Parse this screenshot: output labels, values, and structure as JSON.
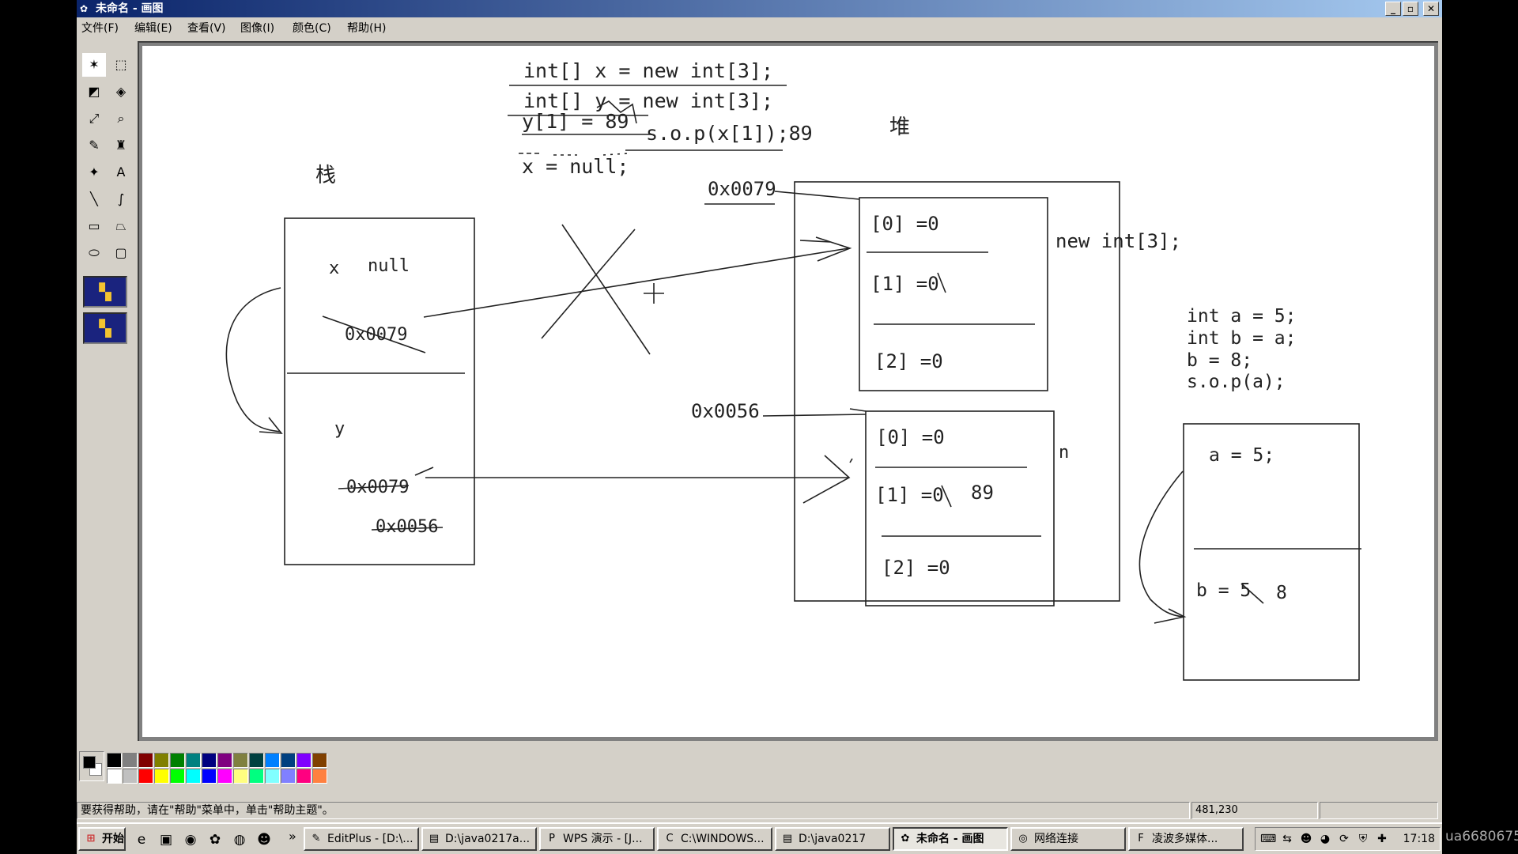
{
  "window": {
    "title": "未命名 - 画图",
    "app_icon": "paint-brush-icon",
    "buttons": {
      "minimize": "_",
      "restore": "▫",
      "close": "✕"
    }
  },
  "menu": [
    "文件(F)",
    "编辑(E)",
    "查看(V)",
    "图像(I)",
    "颜色(C)",
    "帮助(H)"
  ],
  "tools": [
    {
      "name": "free-select-icon",
      "glyph": "✶"
    },
    {
      "name": "rect-select-icon",
      "glyph": "⬚"
    },
    {
      "name": "eraser-icon",
      "glyph": "◩"
    },
    {
      "name": "fill-bucket-icon",
      "glyph": "◈"
    },
    {
      "name": "color-picker-icon",
      "glyph": "⤢"
    },
    {
      "name": "magnifier-icon",
      "glyph": "⌕"
    },
    {
      "name": "pencil-icon",
      "glyph": "✎"
    },
    {
      "name": "brush-icon",
      "glyph": "♜"
    },
    {
      "name": "airbrush-icon",
      "glyph": "✦"
    },
    {
      "name": "text-tool-icon",
      "glyph": "A"
    },
    {
      "name": "line-tool-icon",
      "glyph": "╲"
    },
    {
      "name": "curve-tool-icon",
      "glyph": "∫"
    },
    {
      "name": "rectangle-tool-icon",
      "glyph": "▭"
    },
    {
      "name": "polygon-tool-icon",
      "glyph": "⏢"
    },
    {
      "name": "ellipse-tool-icon",
      "glyph": "⬭"
    },
    {
      "name": "rounded-rect-tool-icon",
      "glyph": "▢"
    }
  ],
  "canvas_text": {
    "code1": "int[] x = new int[3];",
    "code2": "int[] y = new int[3];",
    "code3": "y[1] = 89",
    "code3b": "s.o.p(x[1]);89",
    "code4": "x = null;",
    "stack_label": "栈",
    "heap_label": "堆",
    "x_var": "x",
    "x_null": "null",
    "x_addr_old": "0x0079",
    "y_var": "y",
    "y_addr_old": "0x0079",
    "y_addr_new": "0x0056",
    "heap_addr1": "0x0079",
    "heap_addr2": "0x0056",
    "a0": "[0]  =0",
    "a1": "[1]  =0",
    "a2": "[2]  =0",
    "new_int": "new int[3];",
    "b0": "[0]  =0",
    "b1": "[1]  =0",
    "b1_val": "89",
    "b2": "[2]  =0",
    "n_label": "n",
    "code_r1": "int a = 5;",
    "code_r2": "int b = a;",
    "code_r3": "b = 8;",
    "code_r4": "s.o.p(a);",
    "box_a": "a = 5;",
    "box_b": "b = 5",
    "box_b_new": "8"
  },
  "palette": {
    "foreground": "#000000",
    "background": "#ffffff",
    "colors": [
      "#000000",
      "#808080",
      "#800000",
      "#808000",
      "#008000",
      "#008080",
      "#000080",
      "#800080",
      "#808040",
      "#004040",
      "#0080ff",
      "#004080",
      "#8000ff",
      "#804000",
      "#ffffff",
      "#c0c0c0",
      "#ff0000",
      "#ffff00",
      "#00ff00",
      "#00ffff",
      "#0000ff",
      "#ff00ff",
      "#ffff80",
      "#00ff80",
      "#80ffff",
      "#8080ff",
      "#ff0080",
      "#ff8040"
    ]
  },
  "status": {
    "help_text": "要获得帮助，请在\"帮助\"菜单中，单击\"帮助主题\"。",
    "coords": "481,230"
  },
  "taskbar": {
    "start": "开始",
    "quicklaunch": [
      {
        "name": "ie-icon",
        "glyph": "e"
      },
      {
        "name": "desktop-icon",
        "glyph": "▣"
      },
      {
        "name": "media-icon",
        "glyph": "◉"
      },
      {
        "name": "paint-icon",
        "glyph": "✿"
      },
      {
        "name": "firefox-icon",
        "glyph": "◍"
      },
      {
        "name": "messenger-icon",
        "glyph": "☻"
      }
    ],
    "chevron": "»",
    "items": [
      {
        "label": "EditPlus - [D:\\...",
        "icon": "editplus-icon",
        "glyph": "✎"
      },
      {
        "label": "D:\\java0217a...",
        "icon": "folder-icon",
        "glyph": "▤"
      },
      {
        "label": "WPS 演示 - [J...",
        "icon": "wps-icon",
        "glyph": "P"
      },
      {
        "label": "C:\\WINDOWS...",
        "icon": "cmd-icon",
        "glyph": "C"
      },
      {
        "label": "D:\\java0217",
        "icon": "folder-icon",
        "glyph": "▤"
      },
      {
        "label": "未命名 - 画图",
        "icon": "paint-icon",
        "glyph": "✿",
        "active": true
      },
      {
        "label": "网络连接",
        "icon": "network-icon",
        "glyph": "◎"
      },
      {
        "label": "凌波多媒体...",
        "icon": "multimedia-icon",
        "glyph": "F"
      }
    ],
    "tray": [
      {
        "name": "keyboard-icon",
        "glyph": "⌨"
      },
      {
        "name": "network-tray-icon",
        "glyph": "⇆"
      },
      {
        "name": "messenger-tray-icon",
        "glyph": "☻"
      },
      {
        "name": "antivirus-icon",
        "glyph": "◕"
      },
      {
        "name": "update-icon",
        "glyph": "⟳"
      },
      {
        "name": "shield-icon",
        "glyph": "⛨"
      },
      {
        "name": "tray-misc-icon",
        "glyph": "✚"
      }
    ],
    "clock": "17:18"
  },
  "watermark": "ua6680675"
}
